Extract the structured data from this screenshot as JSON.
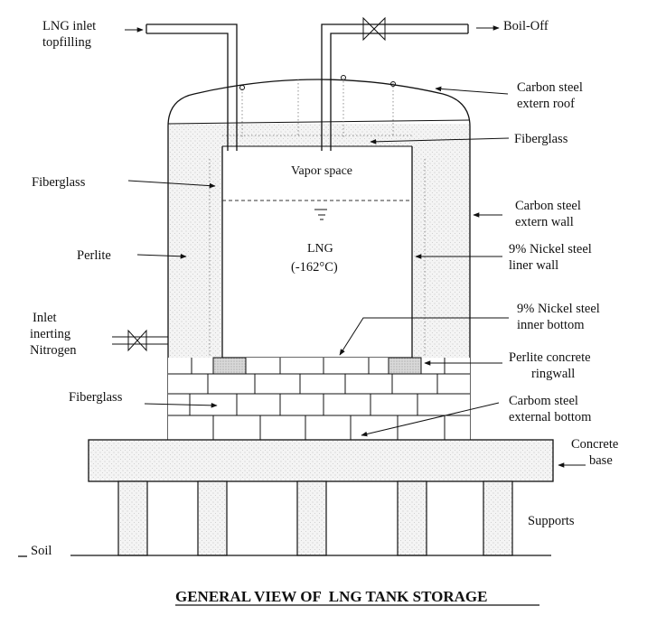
{
  "title": "GENERAL VIEW OF  LNG TANK STORAGE",
  "labels": {
    "lng_inlet_1": "LNG inlet",
    "lng_inlet_2": "topfilling",
    "boil_off": "Boil-Off",
    "roof_1": "Carbon steel",
    "roof_2": "extern roof",
    "fiberglass_top": "Fiberglass",
    "fiberglass_left": "Fiberglass",
    "vapor_space": "Vapor space",
    "extern_wall_1": "Carbon steel",
    "extern_wall_2": "extern wall",
    "perlite": "Perlite",
    "lng": "LNG",
    "lng_temp": "(-162°C)",
    "liner_wall_1": "9% Nickel steel",
    "liner_wall_2": "liner wall",
    "inlet_1": "Inlet",
    "inlet_2": "inerting",
    "inlet_3": "Nitrogen",
    "inner_bottom_1": "9% Nickel steel",
    "inner_bottom_2": "inner bottom",
    "ringwall_1": "Perlite concrete",
    "ringwall_2": "ringwall",
    "fiberglass_bottom": "Fiberglass",
    "external_bottom_1": "Carbom steel",
    "external_bottom_2": "external bottom",
    "concrete_1": "Concrete",
    "concrete_2": "base",
    "supports": "Supports",
    "soil": "Soil"
  }
}
